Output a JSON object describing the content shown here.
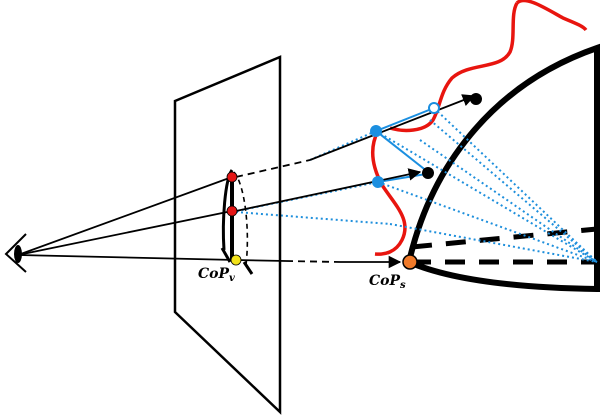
{
  "labels": {
    "cop_v": {
      "main": "CoP",
      "sub": "v"
    },
    "cop_s": {
      "main": "CoP",
      "sub": "s"
    }
  },
  "colors": {
    "ink": "#000000",
    "red_curve": "#e8150f",
    "blue": "#1b8fe0",
    "blue_dotted": "#1e8fdc",
    "red_point": "#e51616",
    "yellow_point": "#f2e21a",
    "orange_point": "#f07a2a",
    "background": "#ffffff"
  }
}
